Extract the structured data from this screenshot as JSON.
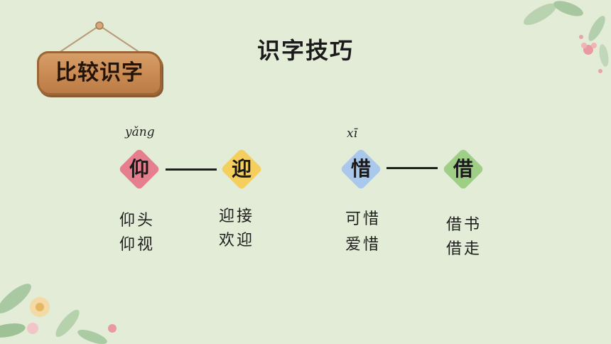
{
  "sign": {
    "label": "比较识字"
  },
  "title": "识字技巧",
  "pairs": [
    {
      "pinyin": "yǎng",
      "left": {
        "char": "仰",
        "color": "#e57f8e",
        "words": [
          "仰头",
          "仰视"
        ]
      },
      "right": {
        "char": "迎",
        "color": "#f5cf5e",
        "words": [
          "迎接",
          "欢迎"
        ]
      }
    },
    {
      "pinyin": "xī",
      "left": {
        "char": "惜",
        "color": "#a9c8ec",
        "words": [
          "可惜",
          "爱惜"
        ]
      },
      "right": {
        "char": "借",
        "color": "#9fcf86",
        "words": [
          "借书",
          "借走"
        ]
      }
    }
  ]
}
